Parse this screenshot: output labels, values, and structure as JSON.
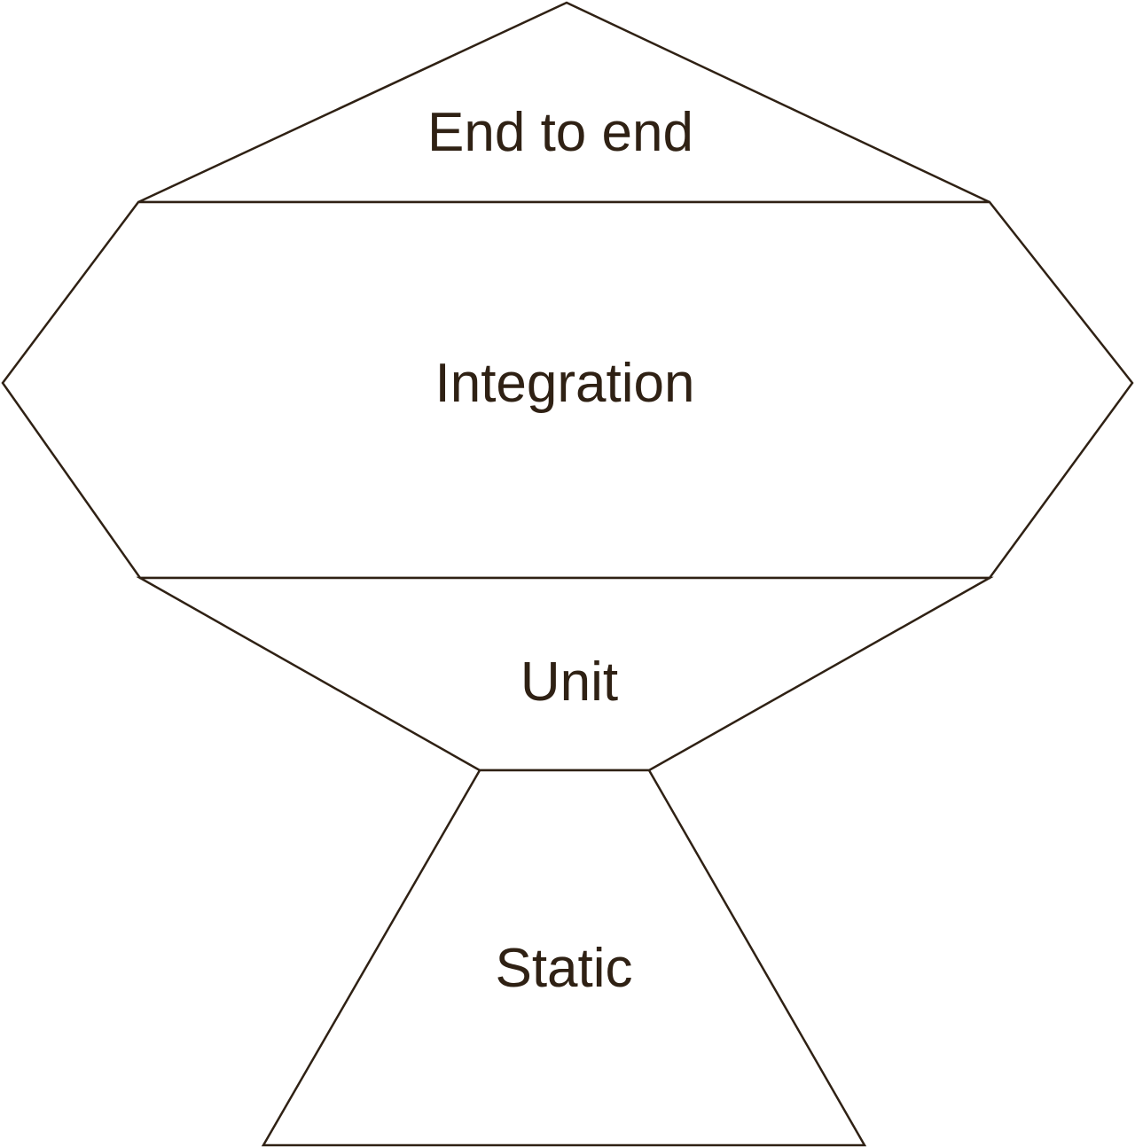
{
  "diagram": {
    "layers": [
      {
        "id": "end-to-end",
        "label": "End to end"
      },
      {
        "id": "integration",
        "label": "Integration"
      },
      {
        "id": "unit",
        "label": "Unit"
      },
      {
        "id": "static",
        "label": "Static"
      }
    ]
  },
  "colors": {
    "stroke": "#2f2114",
    "text": "#2f2114",
    "fill": "#ffffff"
  }
}
